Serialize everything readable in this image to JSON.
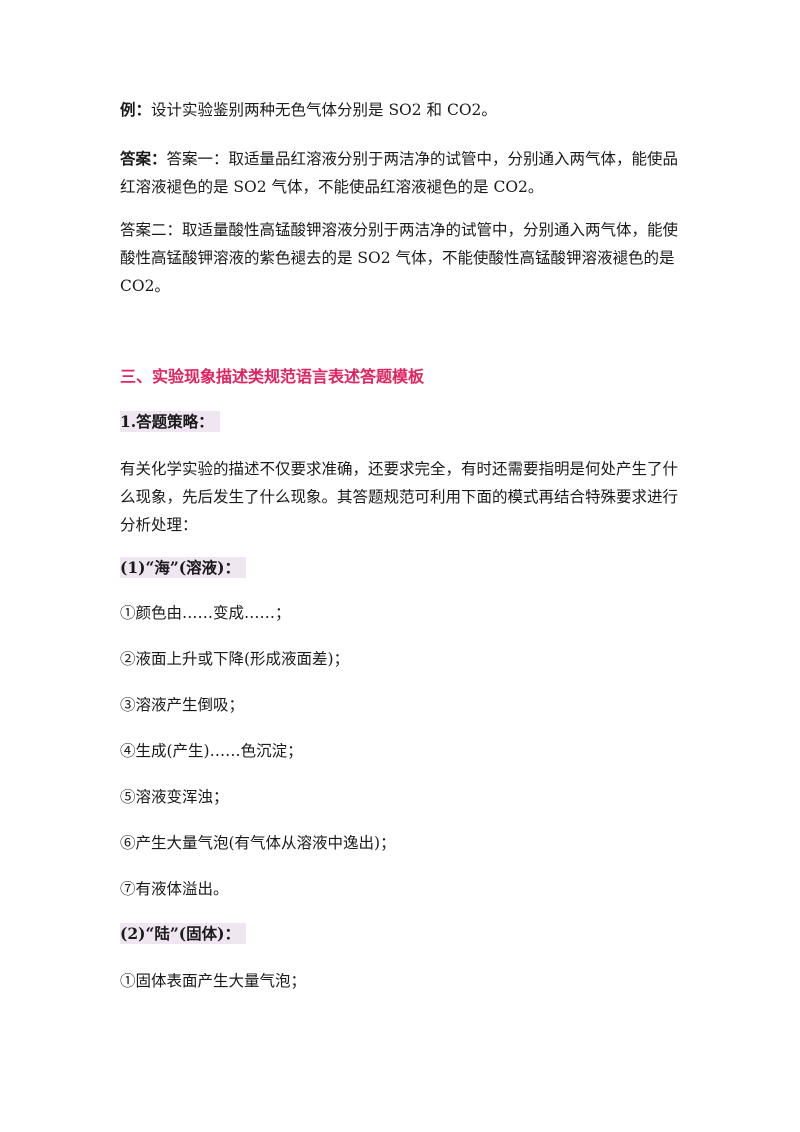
{
  "example": {
    "label": "例：",
    "text": "设计实验鉴别两种无色气体分别是 SO2 和 CO2。"
  },
  "answer": {
    "label": "答案：",
    "text1": "答案一：取适量品红溶液分别于两洁净的试管中，分别通入两气体，能使品红溶液褪色的是 SO2 气体，不能使品红溶液褪色的是 CO2。",
    "text2": "答案二：取适量酸性高锰酸钾溶液分别于两洁净的试管中，分别通入两气体，能使酸性高锰酸钾溶液的紫色褪去的是 SO2 气体，不能使酸性高锰酸钾溶液褪色的是 CO2。"
  },
  "section": {
    "heading": "三、实验现象描述类规范语言表述答题模板",
    "strategy_label": "1.答题策略：",
    "strategy_text": "有关化学实验的描述不仅要求准确，还要求完全，有时还需要指明是何处产生了什么现象，先后发生了什么现象。其答题规范可利用下面的模式再结合特殊要求进行分析处理：",
    "sea_label": "(1)“海”(溶液)：",
    "sea_items": [
      "①颜色由……变成……；",
      "②液面上升或下降(形成液面差)；",
      "③溶液产生倒吸；",
      "④生成(产生)……色沉淀；",
      "⑤溶液变浑浊；",
      "⑥产生大量气泡(有气体从溶液中逸出)；",
      "⑦有液体溢出。"
    ],
    "land_label": "(2)“陆”(固体)：",
    "land_items": [
      "①固体表面产生大量气泡；"
    ]
  },
  "colors": {
    "heading": "#e0245e",
    "highlight": "#efe6f2",
    "text": "#1a1a1a"
  }
}
